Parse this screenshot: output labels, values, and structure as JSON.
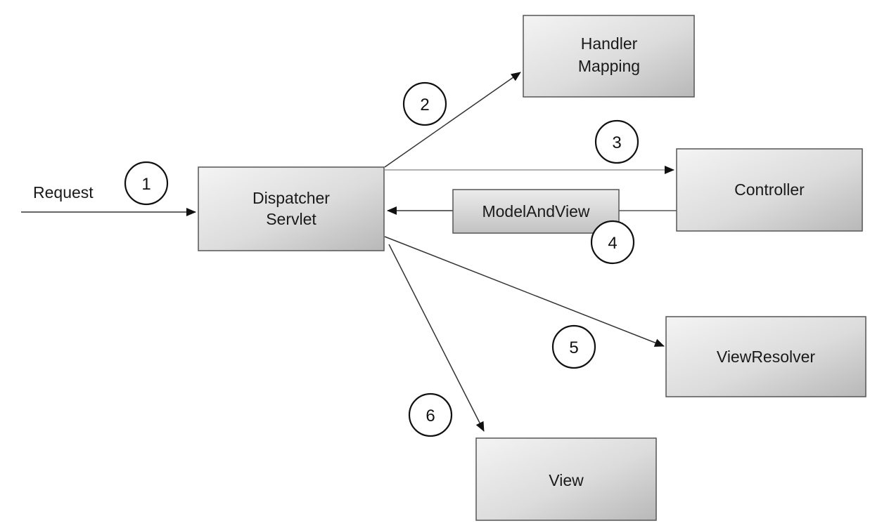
{
  "colors": {
    "box_fill_light": "#f2f2f2",
    "box_fill_dark": "#bdbdbd",
    "box_border": "#555555",
    "line": "#333333",
    "text": "#1a1a1a"
  },
  "components": {
    "dispatcher": {
      "line1": "Dispatcher",
      "line2": "Servlet"
    },
    "handler_mapping": {
      "line1": "Handler",
      "line2": "Mapping"
    },
    "controller": {
      "label": "Controller"
    },
    "model_and_view": {
      "label": "ModelAndView"
    },
    "view_resolver": {
      "label": "ViewResolver"
    },
    "view": {
      "label": "View"
    }
  },
  "request": {
    "label": "Request"
  },
  "steps": [
    "1",
    "2",
    "3",
    "4",
    "5",
    "6"
  ]
}
